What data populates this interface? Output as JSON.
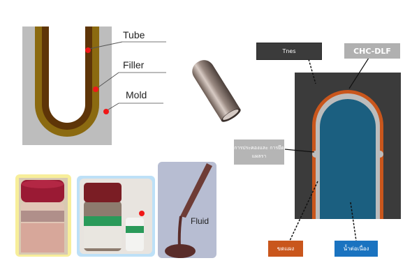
{
  "colors": {
    "mold_gray": "#bdbdbd",
    "filler_olive": "#8b6a10",
    "tube_brown": "#5e3508",
    "marker_red": "#f01818",
    "dark_mold": "#3b3b3b",
    "orange_layer": "#c9561c",
    "coating_gray": "#bcbcbc",
    "fluid_blue": "#1b5f80",
    "label_blue": "#1a73c0",
    "yellow_frame": "#f7ee9a",
    "blue_frame": "#bde0f7"
  },
  "u_diagram": {
    "labels": {
      "tube": "Tube",
      "filler": "Filler",
      "mold": "Mold"
    }
  },
  "cross_section": {
    "labels": {
      "top_left": "Tnes",
      "top_right": "CHC-DLF",
      "side": "การประคองและ การยึดแผลรา",
      "bottom_left": "ขดแผง",
      "bottom_right": "น้ำต่อเนื่อง"
    }
  },
  "photos": {
    "fluid_label": "Fluid"
  }
}
